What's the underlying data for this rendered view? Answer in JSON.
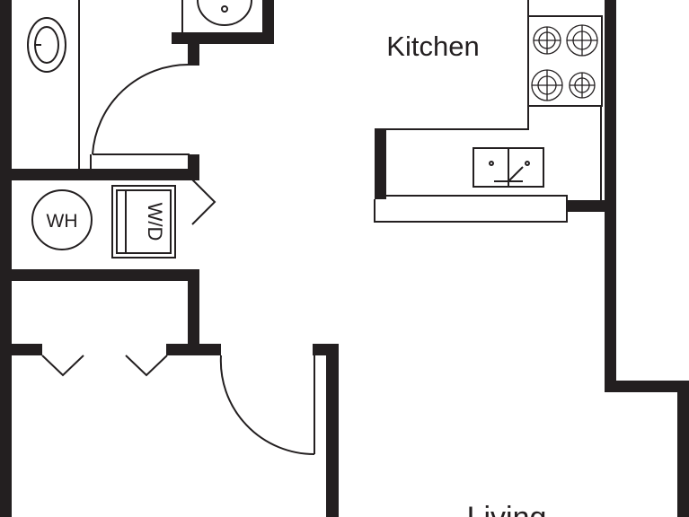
{
  "floorplan": {
    "rooms": {
      "kitchen": "Kitchen",
      "living": "Living"
    },
    "fixtures": {
      "water_heater": "WH",
      "washer_dryer": "W/D"
    },
    "colors": {
      "wall": "#231f20",
      "background": "#ffffff"
    }
  }
}
